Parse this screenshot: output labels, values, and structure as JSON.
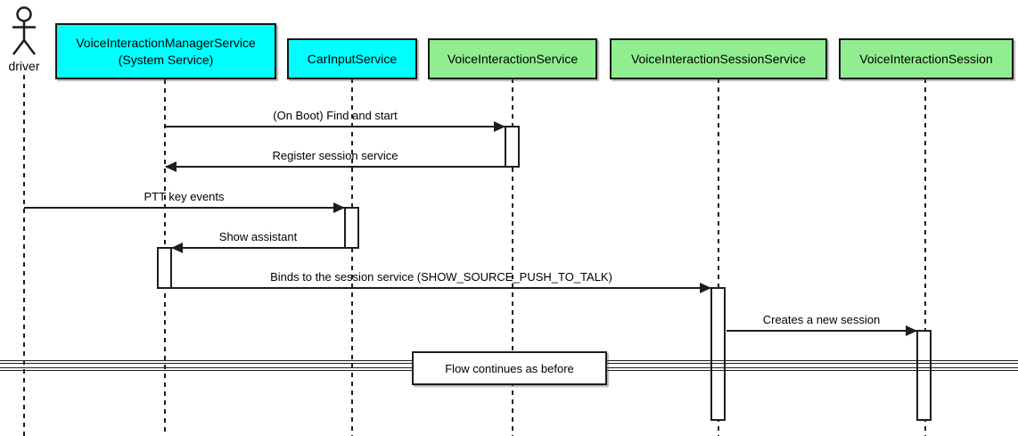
{
  "diagram": {
    "type": "uml-sequence-diagram",
    "actor": {
      "name": "driver"
    },
    "participants": [
      {
        "line1": "VoiceInteractionManagerService",
        "line2": "(System Service)",
        "fill": "#00ffff"
      },
      {
        "line1": "CarInputService",
        "fill": "#00ffff"
      },
      {
        "line1": "VoiceInteractionService",
        "fill": "#90ee90"
      },
      {
        "line1": "VoiceInteractionSessionService",
        "fill": "#90ee90"
      },
      {
        "line1": "VoiceInteractionSession",
        "fill": "#90ee90"
      }
    ],
    "messages": [
      {
        "label": "(On Boot) Find and start",
        "from": "VoiceInteractionManagerService",
        "to": "VoiceInteractionService",
        "direction": "right"
      },
      {
        "label": "Register session service",
        "from": "VoiceInteractionService",
        "to": "VoiceInteractionManagerService",
        "direction": "left"
      },
      {
        "label": "PTT key events",
        "from": "driver",
        "to": "CarInputService",
        "direction": "right"
      },
      {
        "label": "Show assistant",
        "from": "CarInputService",
        "to": "VoiceInteractionManagerService",
        "direction": "left"
      },
      {
        "label": "Binds to the session service (SHOW_SOURCE_PUSH_TO_TALK)",
        "from": "VoiceInteractionManagerService",
        "to": "VoiceInteractionSessionService",
        "direction": "right"
      },
      {
        "label": "Creates a new session",
        "from": "VoiceInteractionSessionService",
        "to": "VoiceInteractionSession",
        "direction": "right"
      }
    ],
    "divider": {
      "label": "Flow continues as before"
    },
    "colors": {
      "participant_cyan": "#00ffff",
      "participant_green": "#90ee90",
      "line": "#1d1d1d",
      "background": "#ffffff"
    }
  }
}
